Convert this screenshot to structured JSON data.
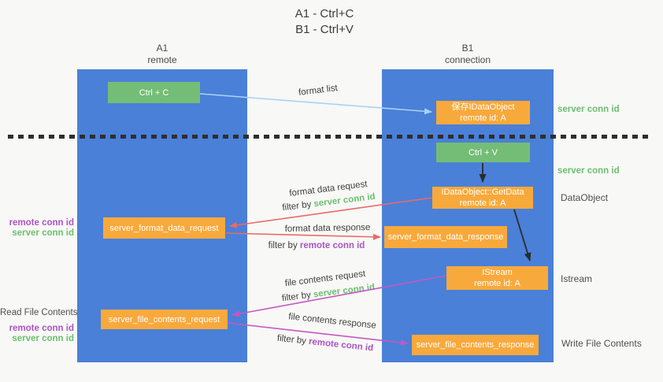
{
  "title": {
    "line1": "A1 - Ctrl+C",
    "line2": "B1 - Ctrl+V"
  },
  "lanes": {
    "a1": {
      "name": "A1",
      "subtitle": "remote"
    },
    "b1": {
      "name": "B1",
      "subtitle": "connection"
    }
  },
  "nodes": {
    "ctrl_c": {
      "label": "Ctrl + C"
    },
    "save_idataobject": {
      "line1": "保存IDataObject",
      "line2": "remote id: A"
    },
    "ctrl_v": {
      "label": "Ctrl + V"
    },
    "getdata": {
      "line1": "IDataObject::GetData",
      "line2": "remote id: A"
    },
    "format_request": {
      "label": "server_format_data_request"
    },
    "format_response": {
      "label": "server_format_data_response"
    },
    "istream": {
      "line1": "IStream",
      "line2": "remote id: A"
    },
    "file_request": {
      "label": "server_file_contents_request"
    },
    "file_response": {
      "label": "server_file_contents_response"
    }
  },
  "edge_labels": {
    "format_list": "format list",
    "format_data_request": "format data request",
    "format_data_response": "format data response",
    "file_contents_request": "file contents request",
    "file_contents_response": "file contents response",
    "filter_by": "filter by ",
    "server_conn_id": "server conn id",
    "remote_conn_id": "remote conn id"
  },
  "side_labels": {
    "server_conn_id_top": "server conn id",
    "server_conn_id_mid": "server conn id",
    "dataobject": "DataObject",
    "istream": "Istream",
    "write_file_contents": "Write File Contents",
    "read_file_contents": "Read File Contents",
    "remote_conn_id_format": "remote conn id",
    "server_conn_id_format": "server conn id",
    "remote_conn_id_file": "remote conn id",
    "server_conn_id_file": "server conn id"
  },
  "colors": {
    "lane_blue": "#4a80d8",
    "box_green": "#74bd76",
    "box_orange": "#f8a93c",
    "arrow_blue": "#a9d3f2",
    "arrow_red": "#e96a6a",
    "arrow_magenta": "#c358c3",
    "arrow_black": "#2b2b2b",
    "label_green": "#6cbf70",
    "label_purple": "#ab53c6",
    "text_dark": "#4a4a4a"
  }
}
